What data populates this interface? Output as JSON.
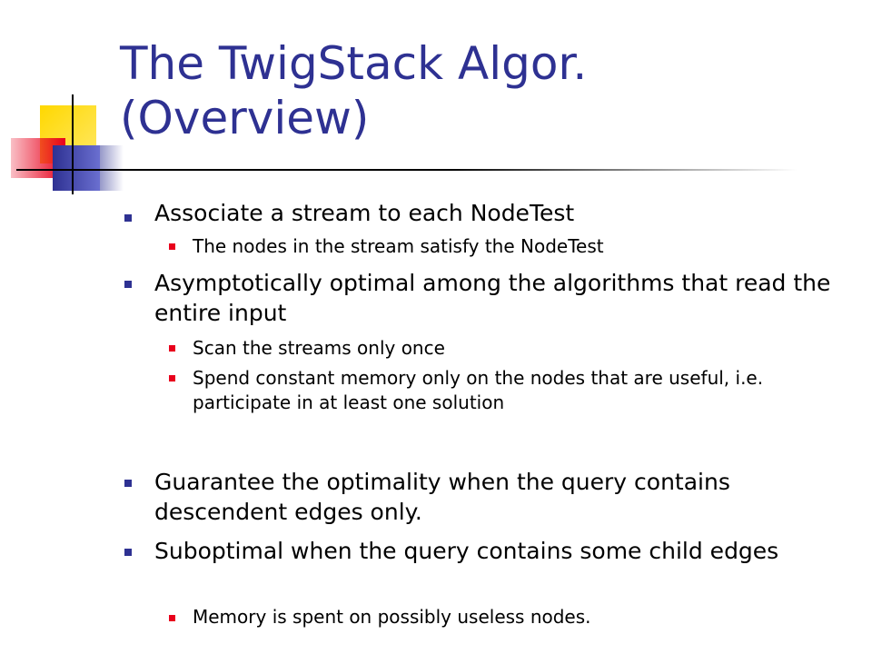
{
  "slide": {
    "title": "The TwigStack Algor. (Overview)",
    "colors": {
      "title": "#2e3192",
      "bullet_level1": "#2e3192",
      "bullet_level2": "#e8001c"
    },
    "bullets": [
      {
        "level": 1,
        "text": "Associate a stream to each NodeTest"
      },
      {
        "level": 2,
        "text": "The nodes in the stream satisfy the NodeTest"
      },
      {
        "level": 1,
        "text": "Asymptotically optimal among the algorithms that read the entire input"
      },
      {
        "level": 2,
        "text": "Scan the streams only once"
      },
      {
        "level": 2,
        "text": "Spend constant memory only on the nodes that are useful, i.e. participate in at least one solution"
      },
      {
        "level": 1,
        "text": "Guarantee the optimality when the query contains descendent edges only."
      },
      {
        "level": 1,
        "text": "Suboptimal when the query contains some child edges"
      },
      {
        "level": 2,
        "text": "Memory is spent on possibly useless nodes."
      }
    ]
  }
}
